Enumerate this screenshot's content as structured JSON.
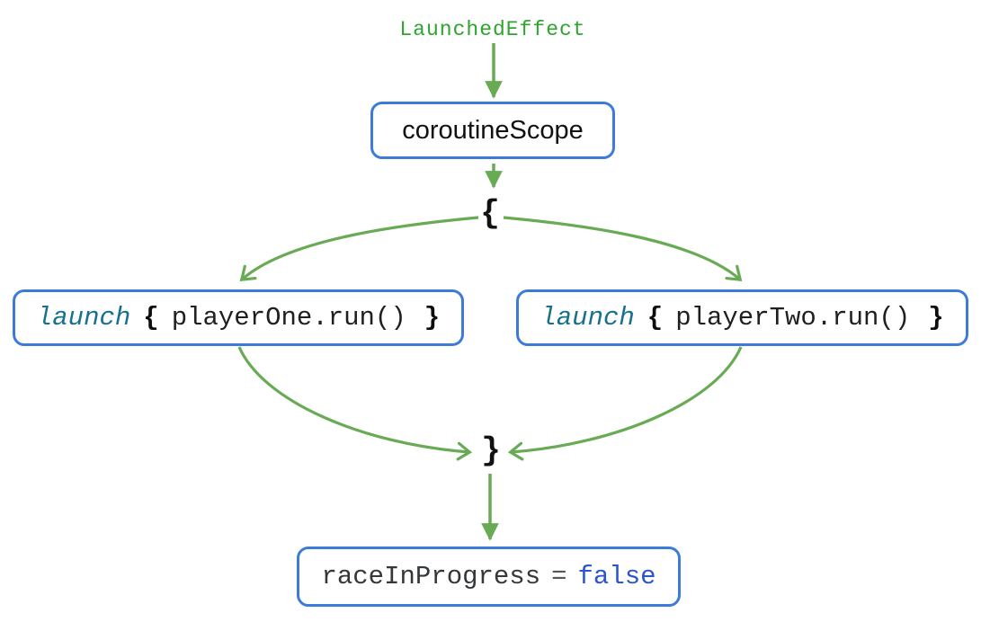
{
  "diagram": {
    "source_label": "LaunchedEffect",
    "scope_label": "coroutineScope",
    "open_brace": "{",
    "close_brace": "}",
    "branches": [
      {
        "keyword": "launch",
        "open_brace": "{",
        "body": "playerOne.run()",
        "close_brace": "}"
      },
      {
        "keyword": "launch",
        "open_brace": "{",
        "body": "playerTwo.run()",
        "close_brace": "}"
      }
    ],
    "result": {
      "variable": "raceInProgress",
      "operator": "=",
      "value": "false"
    },
    "colors": {
      "arrow_green": "#69aa55",
      "label_green": "#2fa42f",
      "box_border_blue": "#3d7bd9",
      "keyword_teal": "#17708e",
      "value_blue": "#2b55cb",
      "code_text": "#1f1f1f"
    }
  }
}
